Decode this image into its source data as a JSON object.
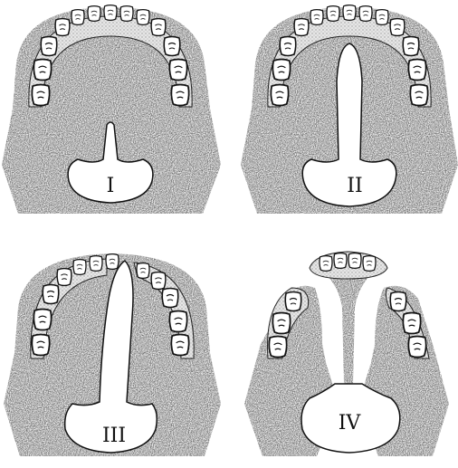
{
  "panels": [
    {
      "label": "I"
    },
    {
      "label": "II"
    },
    {
      "label": "III"
    },
    {
      "label": "IV"
    }
  ]
}
